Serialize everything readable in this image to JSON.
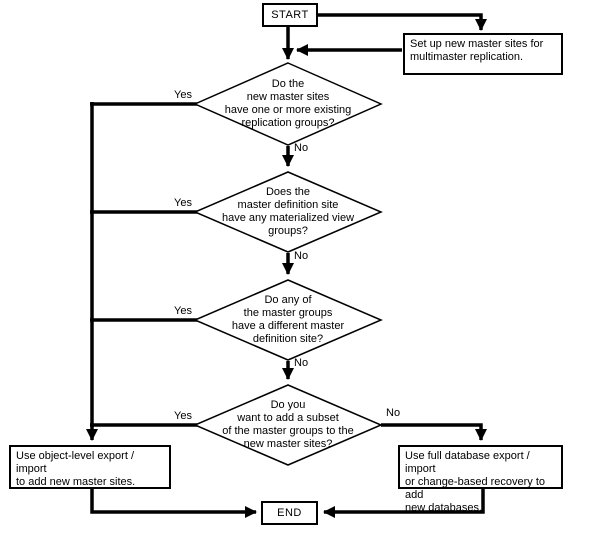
{
  "diagram": {
    "type": "flowchart",
    "background": "#ffffff",
    "line_color": "#000000",
    "start": {
      "label": "START"
    },
    "setup_step": {
      "text": "Set up new master sites for\nmultimaster replication."
    },
    "decisions": [
      {
        "question": "Do the\nnew master sites\nhave one or more existing\nreplication groups?",
        "yes_label": "Yes",
        "no_label": "No"
      },
      {
        "question": "Does the\nmaster definition site\nhave any materialized view\ngroups?",
        "yes_label": "Yes",
        "no_label": "No"
      },
      {
        "question": "Do any of\nthe master groups\nhave a different master\ndefinition site?",
        "yes_label": "Yes",
        "no_label": "No"
      },
      {
        "question": "Do you\nwant to add a subset\nof the master groups to the\nnew master sites?",
        "yes_label": "Yes",
        "no_label": "No"
      }
    ],
    "outcomes": {
      "yes_path": {
        "text": "Use object-level export / import\nto add new master sites."
      },
      "no_path": {
        "text": "Use full database export / import\nor change-based recovery to add\nnew databases."
      }
    },
    "end": {
      "label": "END"
    }
  }
}
